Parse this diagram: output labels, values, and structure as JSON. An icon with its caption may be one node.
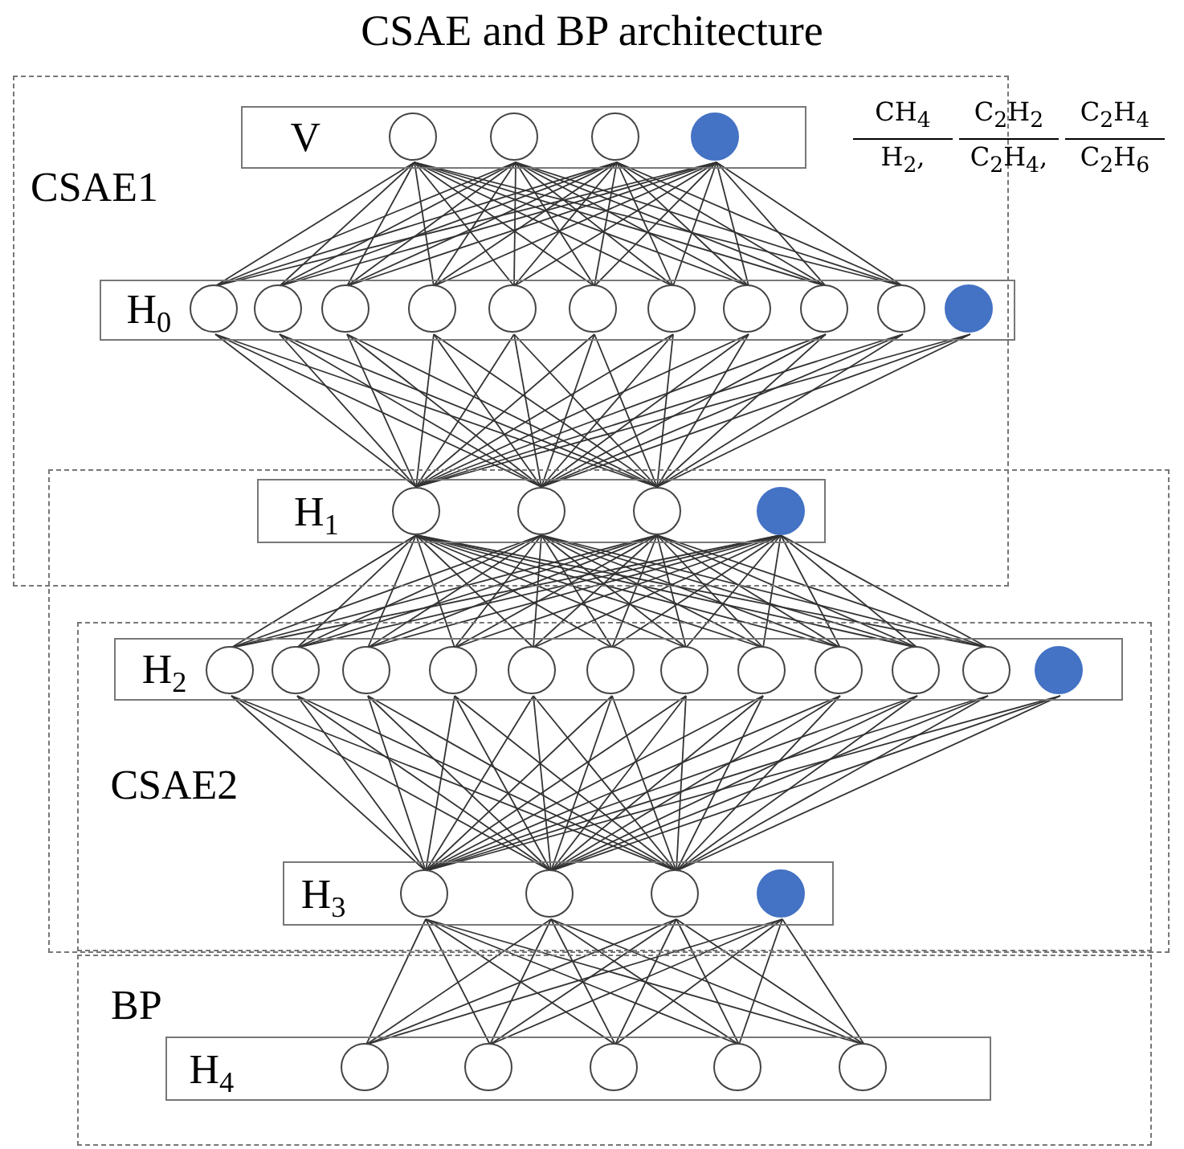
{
  "diagram": {
    "title": "CSAE and BP architecture",
    "nodes": [
      {
        "text": [
          "CSAE1"
        ]
      },
      {
        "text": [
          "V"
        ],
        "in": 0
      },
      {
        "text": [],
        "shape": "circle",
        "in": 1
      },
      {
        "text": [],
        "shape": "circle",
        "in": 1
      },
      {
        "text": [],
        "shape": "circle",
        "in": 1
      },
      {
        "text": [],
        "shape": "circle",
        "in": 1
      },
      {
        "text": [
          "H$_{0}$"
        ],
        "in": 0
      },
      {
        "text": [],
        "shape": "circle",
        "in": 6
      },
      {
        "text": [],
        "shape": "circle",
        "in": 6
      },
      {
        "text": [],
        "shape": "circle",
        "in": 6
      },
      {
        "text": [],
        "shape": "circle",
        "in": 6
      },
      {
        "text": [],
        "shape": "circle",
        "in": 6
      },
      {
        "text": [],
        "shape": "circle",
        "in": 6
      },
      {
        "text": [],
        "shape": "circle",
        "in": 6
      },
      {
        "text": [],
        "shape": "circle",
        "in": 6
      },
      {
        "text": [],
        "shape": "circle",
        "in": 6
      },
      {
        "text": [],
        "shape": "circle",
        "in": 6
      },
      {
        "text": [],
        "shape": "circle",
        "in": 6
      },
      {
        "text": [],
        "shape": "box"
      },
      {
        "text": [
          "H$_{1}$"
        ]
      },
      {
        "text": [],
        "shape": "circle",
        "in": 19
      },
      {
        "text": [],
        "shape": "circle",
        "in": 19
      },
      {
        "text": [],
        "shape": "circle",
        "in": 19
      },
      {
        "text": [],
        "shape": "circle",
        "in": 19
      },
      {
        "text": [
          "CSAE2"
        ],
        "in": 18
      },
      {
        "text": [
          "H$_{2}$"
        ],
        "in": 24
      },
      {
        "text": [],
        "shape": "circle",
        "in": 25
      },
      {
        "text": [],
        "shape": "circle",
        "in": 25
      },
      {
        "text": [],
        "shape": "circle",
        "in": 25
      },
      {
        "text": [],
        "shape": "circle",
        "in": 25
      },
      {
        "text": [],
        "shape": "circle",
        "in": 25
      },
      {
        "text": [],
        "shape": "circle",
        "in": 25
      },
      {
        "text": [],
        "shape": "circle",
        "in": 25
      },
      {
        "text": [],
        "shape": "circle",
        "in": 25
      },
      {
        "text": [],
        "shape": "circle",
        "in": 25
      },
      {
        "text": [],
        "shape": "circle",
        "in": 25
      },
      {
        "text": [],
        "shape": "circle",
        "in": 25
      },
      {
        "text": [],
        "shape": "circle",
        "in": 25
      },
      {
        "text": [
          "H$_{3}$"
        ],
        "in": 24
      },
      {
        "text": [],
        "shape": "circle",
        "in": 38
      },
      {
        "text": [],
        "shape": "circle",
        "in": 38
      },
      {
        "text": [],
        "shape": "circle",
        "in": 38
      },
      {
        "text": [],
        "shape": "circle",
        "in": 38
      },
      {
        "text": [
          "BP"
        ]
      },
      {
        "text": [
          "H$_{4}$"
        ],
        "in": 43
      },
      {
        "text": [],
        "shape": "circle",
        "in": 44
      },
      {
        "text": [],
        "shape": "circle",
        "in": 44
      },
      {
        "text": [],
        "shape": "circle",
        "in": 44
      },
      {
        "text": [],
        "shape": "circle",
        "in": 44
      },
      {
        "text": [],
        "shape": "circle",
        "in": 44
      }
    ],
    "edges": [
      {
        "from": 2,
        "to": 7,
        "arrow": "none"
      },
      {
        "from": 2,
        "to": 8,
        "arrow": "none"
      },
      {
        "from": 2,
        "to": 9,
        "arrow": "none"
      },
      {
        "from": 2,
        "to": 10,
        "arrow": "none"
      },
      {
        "from": 2,
        "to": 11,
        "arrow": "none"
      },
      {
        "from": 2,
        "to": 12,
        "arrow": "none"
      },
      {
        "from": 2,
        "to": 13,
        "arrow": "none"
      },
      {
        "from": 2,
        "to": 14,
        "arrow": "none"
      },
      {
        "from": 2,
        "to": 15,
        "arrow": "none"
      },
      {
        "from": 2,
        "to": 16,
        "arrow": "none"
      },
      {
        "from": 3,
        "to": 7,
        "arrow": "none"
      },
      {
        "from": 3,
        "to": 8,
        "arrow": "none"
      },
      {
        "from": 3,
        "to": 9,
        "arrow": "none"
      },
      {
        "from": 3,
        "to": 10,
        "arrow": "none"
      },
      {
        "from": 3,
        "to": 11,
        "arrow": "none"
      },
      {
        "from": 3,
        "to": 12,
        "arrow": "none"
      },
      {
        "from": 3,
        "to": 13,
        "arrow": "none"
      },
      {
        "from": 3,
        "to": 14,
        "arrow": "none"
      },
      {
        "from": 3,
        "to": 15,
        "arrow": "none"
      },
      {
        "from": 3,
        "to": 16,
        "arrow": "none"
      },
      {
        "from": 4,
        "to": 7,
        "arrow": "none"
      },
      {
        "from": 4,
        "to": 8,
        "arrow": "none"
      },
      {
        "from": 4,
        "to": 9,
        "arrow": "none"
      },
      {
        "from": 4,
        "to": 10,
        "arrow": "none"
      },
      {
        "from": 4,
        "to": 11,
        "arrow": "none"
      },
      {
        "from": 4,
        "to": 12,
        "arrow": "none"
      },
      {
        "from": 4,
        "to": 13,
        "arrow": "none"
      },
      {
        "from": 4,
        "to": 14,
        "arrow": "none"
      },
      {
        "from": 4,
        "to": 15,
        "arrow": "none"
      },
      {
        "from": 4,
        "to": 16,
        "arrow": "none"
      },
      {
        "from": 5,
        "to": 7,
        "arrow": "none"
      },
      {
        "from": 5,
        "to": 8,
        "arrow": "none"
      },
      {
        "from": 5,
        "to": 9,
        "arrow": "none"
      },
      {
        "from": 5,
        "to": 10,
        "arrow": "none"
      },
      {
        "from": 5,
        "to": 11,
        "arrow": "none"
      },
      {
        "from": 5,
        "to": 12,
        "arrow": "none"
      },
      {
        "from": 5,
        "to": 13,
        "arrow": "none"
      },
      {
        "from": 5,
        "to": 14,
        "arrow": "none"
      },
      {
        "from": 5,
        "to": 15,
        "arrow": "none"
      },
      {
        "from": 5,
        "to": 16,
        "arrow": "none"
      },
      {
        "from": 7,
        "to": 20,
        "arrow": "none"
      },
      {
        "from": 7,
        "to": 21,
        "arrow": "none"
      },
      {
        "from": 7,
        "to": 22,
        "arrow": "none"
      },
      {
        "from": 8,
        "to": 20,
        "arrow": "none"
      },
      {
        "from": 8,
        "to": 21,
        "arrow": "none"
      },
      {
        "from": 8,
        "to": 22,
        "arrow": "none"
      },
      {
        "from": 9,
        "to": 20,
        "arrow": "none"
      },
      {
        "from": 9,
        "to": 21,
        "arrow": "none"
      },
      {
        "from": 9,
        "to": 22,
        "arrow": "none"
      },
      {
        "from": 10,
        "to": 20,
        "arrow": "none"
      },
      {
        "from": 10,
        "to": 21,
        "arrow": "none"
      },
      {
        "from": 10,
        "to": 22,
        "arrow": "none"
      },
      {
        "from": 11,
        "to": 20,
        "arrow": "none"
      },
      {
        "from": 11,
        "to": 21,
        "arrow": "none"
      },
      {
        "from": 11,
        "to": 22,
        "arrow": "none"
      },
      {
        "from": 12,
        "to": 20,
        "arrow": "none"
      },
      {
        "from": 12,
        "to": 21,
        "arrow": "none"
      },
      {
        "from": 12,
        "to": 22,
        "arrow": "none"
      },
      {
        "from": 13,
        "to": 20,
        "arrow": "none"
      },
      {
        "from": 13,
        "to": 21,
        "arrow": "none"
      },
      {
        "from": 13,
        "to": 22,
        "arrow": "none"
      },
      {
        "from": 14,
        "to": 20,
        "arrow": "none"
      },
      {
        "from": 14,
        "to": 21,
        "arrow": "none"
      },
      {
        "from": 14,
        "to": 22,
        "arrow": "none"
      },
      {
        "from": 15,
        "to": 20,
        "arrow": "none"
      },
      {
        "from": 15,
        "to": 21,
        "arrow": "none"
      },
      {
        "from": 15,
        "to": 22,
        "arrow": "none"
      },
      {
        "from": 16,
        "to": 20,
        "arrow": "none"
      },
      {
        "from": 16,
        "to": 21,
        "arrow": "none"
      },
      {
        "from": 16,
        "to": 22,
        "arrow": "none"
      },
      {
        "from": 17,
        "to": 20,
        "arrow": "none"
      },
      {
        "from": 17,
        "to": 21,
        "arrow": "none"
      },
      {
        "from": 17,
        "to": 22,
        "arrow": "none"
      },
      {
        "from": 20,
        "to": 26,
        "arrow": "none"
      },
      {
        "from": 20,
        "to": 27,
        "arrow": "none"
      },
      {
        "from": 20,
        "to": 28,
        "arrow": "none"
      },
      {
        "from": 20,
        "to": 29,
        "arrow": "none"
      },
      {
        "from": 20,
        "to": 30,
        "arrow": "none"
      },
      {
        "from": 20,
        "to": 31,
        "arrow": "none"
      },
      {
        "from": 20,
        "to": 32,
        "arrow": "none"
      },
      {
        "from": 20,
        "to": 33,
        "arrow": "none"
      },
      {
        "from": 20,
        "to": 34,
        "arrow": "none"
      },
      {
        "from": 20,
        "to": 35,
        "arrow": "none"
      },
      {
        "from": 20,
        "to": 36,
        "arrow": "none"
      },
      {
        "from": 21,
        "to": 26,
        "arrow": "none"
      },
      {
        "from": 21,
        "to": 27,
        "arrow": "none"
      },
      {
        "from": 21,
        "to": 28,
        "arrow": "none"
      },
      {
        "from": 21,
        "to": 29,
        "arrow": "none"
      },
      {
        "from": 21,
        "to": 30,
        "arrow": "none"
      },
      {
        "from": 21,
        "to": 31,
        "arrow": "none"
      },
      {
        "from": 21,
        "to": 32,
        "arrow": "none"
      },
      {
        "from": 21,
        "to": 33,
        "arrow": "none"
      },
      {
        "from": 21,
        "to": 34,
        "arrow": "none"
      },
      {
        "from": 21,
        "to": 35,
        "arrow": "none"
      },
      {
        "from": 21,
        "to": 36,
        "arrow": "none"
      },
      {
        "from": 22,
        "to": 26,
        "arrow": "none"
      },
      {
        "from": 22,
        "to": 27,
        "arrow": "none"
      },
      {
        "from": 22,
        "to": 28,
        "arrow": "none"
      },
      {
        "from": 22,
        "to": 29,
        "arrow": "none"
      },
      {
        "from": 22,
        "to": 30,
        "arrow": "none"
      },
      {
        "from": 22,
        "to": 31,
        "arrow": "none"
      },
      {
        "from": 22,
        "to": 32,
        "arrow": "none"
      },
      {
        "from": 22,
        "to": 33,
        "arrow": "none"
      },
      {
        "from": 22,
        "to": 34,
        "arrow": "none"
      },
      {
        "from": 22,
        "to": 35,
        "arrow": "none"
      },
      {
        "from": 22,
        "to": 36,
        "arrow": "none"
      },
      {
        "from": 23,
        "to": 26,
        "arrow": "none"
      },
      {
        "from": 23,
        "to": 27,
        "arrow": "none"
      },
      {
        "from": 23,
        "to": 28,
        "arrow": "none"
      },
      {
        "from": 23,
        "to": 29,
        "arrow": "none"
      },
      {
        "from": 23,
        "to": 30,
        "arrow": "none"
      },
      {
        "from": 23,
        "to": 31,
        "arrow": "none"
      },
      {
        "from": 23,
        "to": 32,
        "arrow": "none"
      },
      {
        "from": 23,
        "to": 33,
        "arrow": "none"
      },
      {
        "from": 23,
        "to": 34,
        "arrow": "none"
      },
      {
        "from": 23,
        "to": 35,
        "arrow": "none"
      },
      {
        "from": 23,
        "to": 36,
        "arrow": "none"
      },
      {
        "from": 26,
        "to": 39,
        "arrow": "none"
      },
      {
        "from": 26,
        "to": 40,
        "arrow": "none"
      },
      {
        "from": 26,
        "to": 41,
        "arrow": "none"
      },
      {
        "from": 27,
        "to": 39,
        "arrow": "none"
      },
      {
        "from": 27,
        "to": 40,
        "arrow": "none"
      },
      {
        "from": 27,
        "to": 41,
        "arrow": "none"
      },
      {
        "from": 28,
        "to": 39,
        "arrow": "none"
      },
      {
        "from": 28,
        "to": 40,
        "arrow": "none"
      },
      {
        "from": 28,
        "to": 41,
        "arrow": "none"
      },
      {
        "from": 29,
        "to": 39,
        "arrow": "none"
      },
      {
        "from": 29,
        "to": 40,
        "arrow": "none"
      },
      {
        "from": 29,
        "to": 41,
        "arrow": "none"
      },
      {
        "from": 30,
        "to": 39,
        "arrow": "none"
      },
      {
        "from": 30,
        "to": 40,
        "arrow": "none"
      },
      {
        "from": 30,
        "to": 41,
        "arrow": "none"
      },
      {
        "from": 31,
        "to": 39,
        "arrow": "none"
      },
      {
        "from": 31,
        "to": 40,
        "arrow": "none"
      },
      {
        "from": 31,
        "to": 41,
        "arrow": "none"
      },
      {
        "from": 32,
        "to": 39,
        "arrow": "none"
      },
      {
        "from": 32,
        "to": 40,
        "arrow": "none"
      },
      {
        "from": 32,
        "to": 41,
        "arrow": "none"
      },
      {
        "from": 33,
        "to": 39,
        "arrow": "none"
      },
      {
        "from": 33,
        "to": 40,
        "arrow": "none"
      },
      {
        "from": 33,
        "to": 41,
        "arrow": "none"
      },
      {
        "from": 34,
        "to": 39,
        "arrow": "none"
      },
      {
        "from": 34,
        "to": 40,
        "arrow": "none"
      },
      {
        "from": 34,
        "to": 41,
        "arrow": "none"
      },
      {
        "from": 35,
        "to": 39,
        "arrow": "none"
      },
      {
        "from": 35,
        "to": 40,
        "arrow": "none"
      },
      {
        "from": 35,
        "to": 41,
        "arrow": "none"
      },
      {
        "from": 36,
        "to": 39,
        "arrow": "none"
      },
      {
        "from": 36,
        "to": 40,
        "arrow": "none"
      },
      {
        "from": 36,
        "to": 41,
        "arrow": "none"
      },
      {
        "from": 37,
        "to": 39,
        "arrow": "none"
      },
      {
        "from": 37,
        "to": 40,
        "arrow": "none"
      },
      {
        "from": 37,
        "to": 41,
        "arrow": "none"
      },
      {
        "from": 39,
        "to": 45,
        "arrow": "none"
      },
      {
        "from": 39,
        "to": 46,
        "arrow": "none"
      },
      {
        "from": 39,
        "to": 47,
        "arrow": "none"
      },
      {
        "from": 39,
        "to": 48,
        "arrow": "none"
      },
      {
        "from": 39,
        "to": 49,
        "arrow": "none"
      },
      {
        "from": 40,
        "to": 45,
        "arrow": "none"
      },
      {
        "from": 40,
        "to": 46,
        "arrow": "none"
      },
      {
        "from": 40,
        "to": 47,
        "arrow": "none"
      },
      {
        "from": 40,
        "to": 48,
        "arrow": "none"
      },
      {
        "from": 40,
        "to": 49,
        "arrow": "none"
      },
      {
        "from": 41,
        "to": 45,
        "arrow": "none"
      },
      {
        "from": 41,
        "to": 46,
        "arrow": "none"
      },
      {
        "from": 41,
        "to": 47,
        "arrow": "none"
      },
      {
        "from": 41,
        "to": 48,
        "arrow": "none"
      },
      {
        "from": 41,
        "to": 49,
        "arrow": "none"
      },
      {
        "from": 42,
        "to": 45,
        "arrow": "none"
      },
      {
        "from": 42,
        "to": 46,
        "arrow": "none"
      },
      {
        "from": 42,
        "to": 47,
        "arrow": "none"
      },
      {
        "from": 42,
        "to": 48,
        "arrow": "none"
      },
      {
        "from": 42,
        "to": 49,
        "arrow": "none"
      }
    ],
    "labels": [
      "CH$_{4}$",
      "H$_{2}$,",
      "C$_{2}$H$_{2}$",
      "C$_{2}$H$_{4}$,",
      "C$_{2}$H$_{4}$",
      "C$_{2}$H$_{6}$"
    ]
  }
}
